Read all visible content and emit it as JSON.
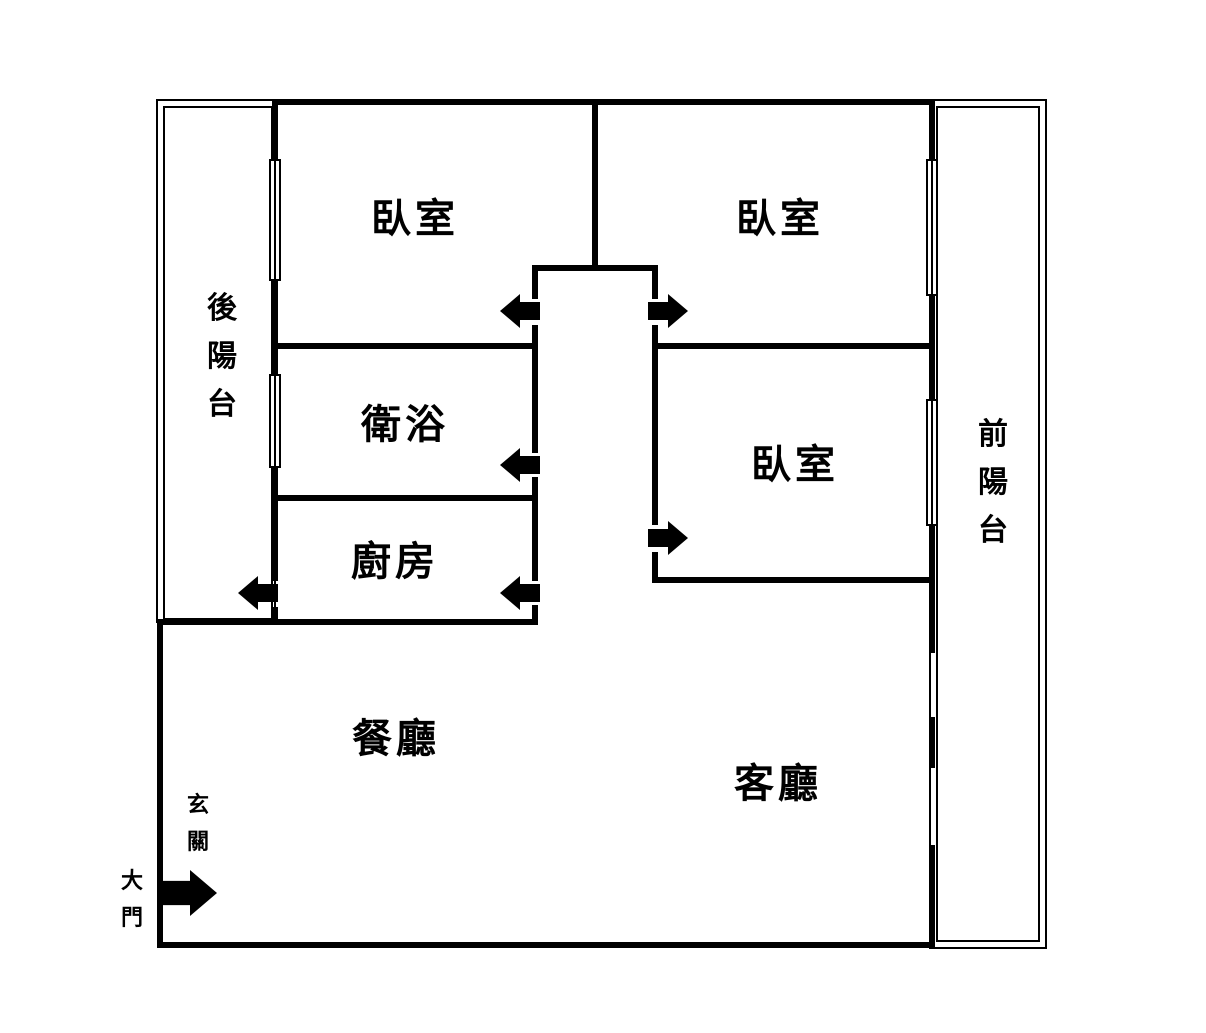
{
  "rooms": {
    "bedroom_top_left": "臥室",
    "bedroom_top_right": "臥室",
    "bedroom_right": "臥室",
    "bathroom": "衛浴",
    "kitchen": "廚房",
    "dining_room": "餐廳",
    "living_room": "客廳"
  },
  "vertical_labels": {
    "rear_balcony": [
      "後",
      "陽",
      "台"
    ],
    "front_balcony": [
      "前",
      "陽",
      "台"
    ],
    "entrance": [
      "玄",
      "關"
    ],
    "main_door": [
      "大",
      "門"
    ]
  },
  "colors": {
    "wall": "#000000",
    "background": "#ffffff"
  }
}
